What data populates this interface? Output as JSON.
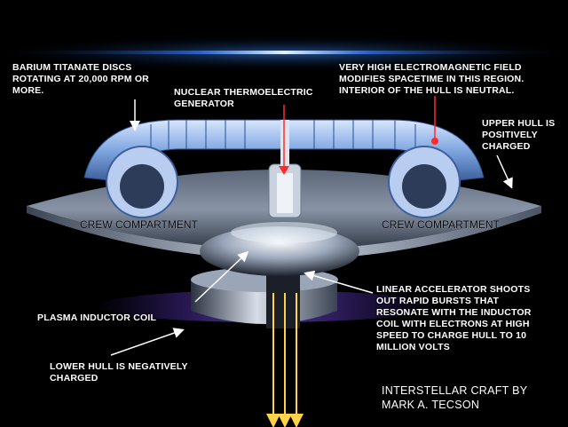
{
  "labels": {
    "barium": "BARIUM TITANATE DISCS\nROTATING AT 20,000 RPM OR\nMORE.",
    "nuclear": "NUCLEAR THERMOELECTRIC\nGENERATOR",
    "field": "VERY HIGH ELECTROMAGNETIC FIELD\nMODIFIES SPACETIME IN THIS REGION.\nINTERIOR OF THE HULL IS NEUTRAL.",
    "upper_hull": "UPPER HULL IS\nPOSITIVELY\nCHARGED",
    "crew_left": "CREW COMPARTMENT",
    "crew_right": "CREW COMPARTMENT",
    "plasma": "PLASMA INDUCTOR COIL",
    "accelerator": "LINEAR ACCELERATOR SHOOTS\nOUT RAPID BURSTS THAT\nRESONATE WITH THE INDUCTOR\nCOIL WITH ELECTRONS AT HIGH\nSPEED TO CHARGE HULL TO 10\nMILLION VOLTS",
    "lower_hull": "LOWER HULL IS NEGATIVELY\nCHARGED"
  },
  "credit": "INTERSTELLAR CRAFT BY\nMARK A. TECSON",
  "colors": {
    "background": "#000000",
    "glow": "#3a8dff",
    "hull_light": "#c9d3e0",
    "hull_dark": "#4a5566",
    "torus": "#8fb4ea",
    "red_pointer": "#ff2a2a",
    "beam": "#ffd24a"
  }
}
